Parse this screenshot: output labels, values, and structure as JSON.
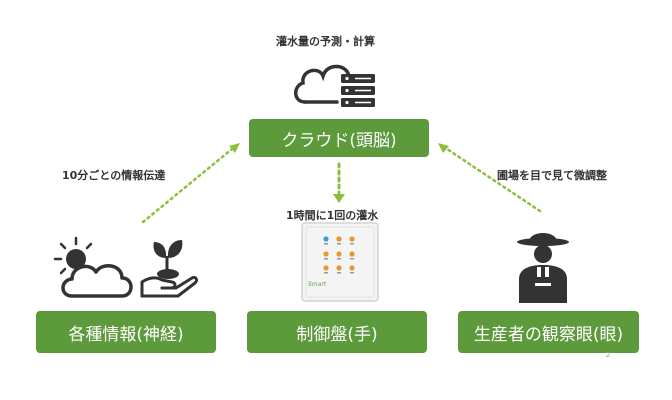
{
  "colors": {
    "green": "#5c9a3c",
    "dark": "#333333",
    "dot": "#8cbf3f"
  },
  "top_caption": "灌水量の予測・計算",
  "cloud_box": "クラウド(頭脳)",
  "left_arrow_label": "10分ごとの情報伝達",
  "right_arrow_label": "圃場を目で見て微調整",
  "center_arrow_label": "1時間に1回の灌水",
  "boxes": {
    "info": "各種情報(神経)",
    "control": "制御盤(手)",
    "producer": "生産者の観察眼(眼)"
  },
  "device_brand": "Smart",
  "page_number": "2",
  "icons": [
    "cloud-server-icon",
    "sun-cloud-icon",
    "seedling-hand-icon",
    "control-panel-icon",
    "farmer-icon"
  ]
}
